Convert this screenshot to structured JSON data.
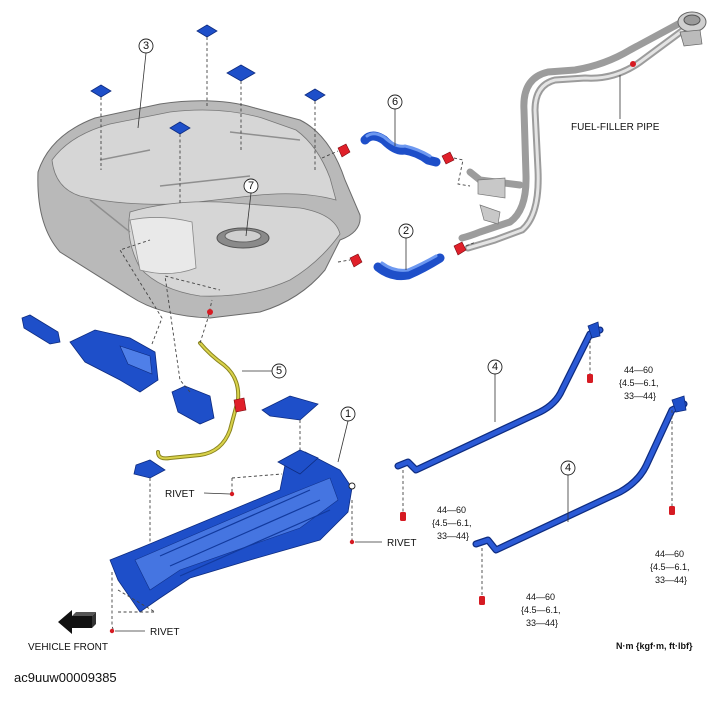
{
  "callouts": {
    "c1": "1",
    "c2": "2",
    "c3": "3",
    "c4a": "4",
    "c4b": "4",
    "c5": "5",
    "c6": "6",
    "c7": "7"
  },
  "labels": {
    "fuel_filler_pipe": "FUEL-FILLER PIPE",
    "rivet": "RIVET",
    "vehicle_front": "VEHICLE FRONT"
  },
  "torque": {
    "line1": "44—60",
    "line2": "{4.5—6.1,",
    "line3": "33—44}"
  },
  "units_note": "N·m {kgf·m, ft·lbf}",
  "caption": "ac9uuw00009385",
  "colors": {
    "part_blue": "#1e4fc9",
    "clip_red": "#e0202a",
    "tank_gray": "#b9b9b9",
    "hose_yellow": "#c8c23a"
  }
}
